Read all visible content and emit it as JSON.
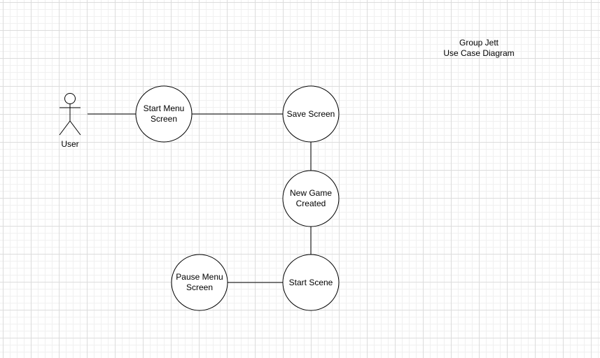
{
  "diagram": {
    "title_lines": [
      "Group Jett",
      "Use Case Diagram"
    ],
    "actor": {
      "label": "User"
    },
    "use_cases": [
      {
        "id": "start-menu",
        "lines": [
          "Start Menu",
          "Screen"
        ]
      },
      {
        "id": "save-screen",
        "lines": [
          "Save Screen"
        ]
      },
      {
        "id": "new-game",
        "lines": [
          "New Game",
          "Created"
        ]
      },
      {
        "id": "start-scene",
        "lines": [
          "Start Scene"
        ]
      },
      {
        "id": "pause-menu",
        "lines": [
          "Pause Menu",
          "Screen"
        ]
      }
    ],
    "connections": [
      [
        "actor",
        "start-menu"
      ],
      [
        "start-menu",
        "save-screen"
      ],
      [
        "save-screen",
        "new-game"
      ],
      [
        "new-game",
        "start-scene"
      ],
      [
        "start-scene",
        "pause-menu"
      ]
    ]
  },
  "colors": {
    "stroke": "#000000",
    "fill": "#ffffff",
    "grid": "#dcdcdc"
  }
}
